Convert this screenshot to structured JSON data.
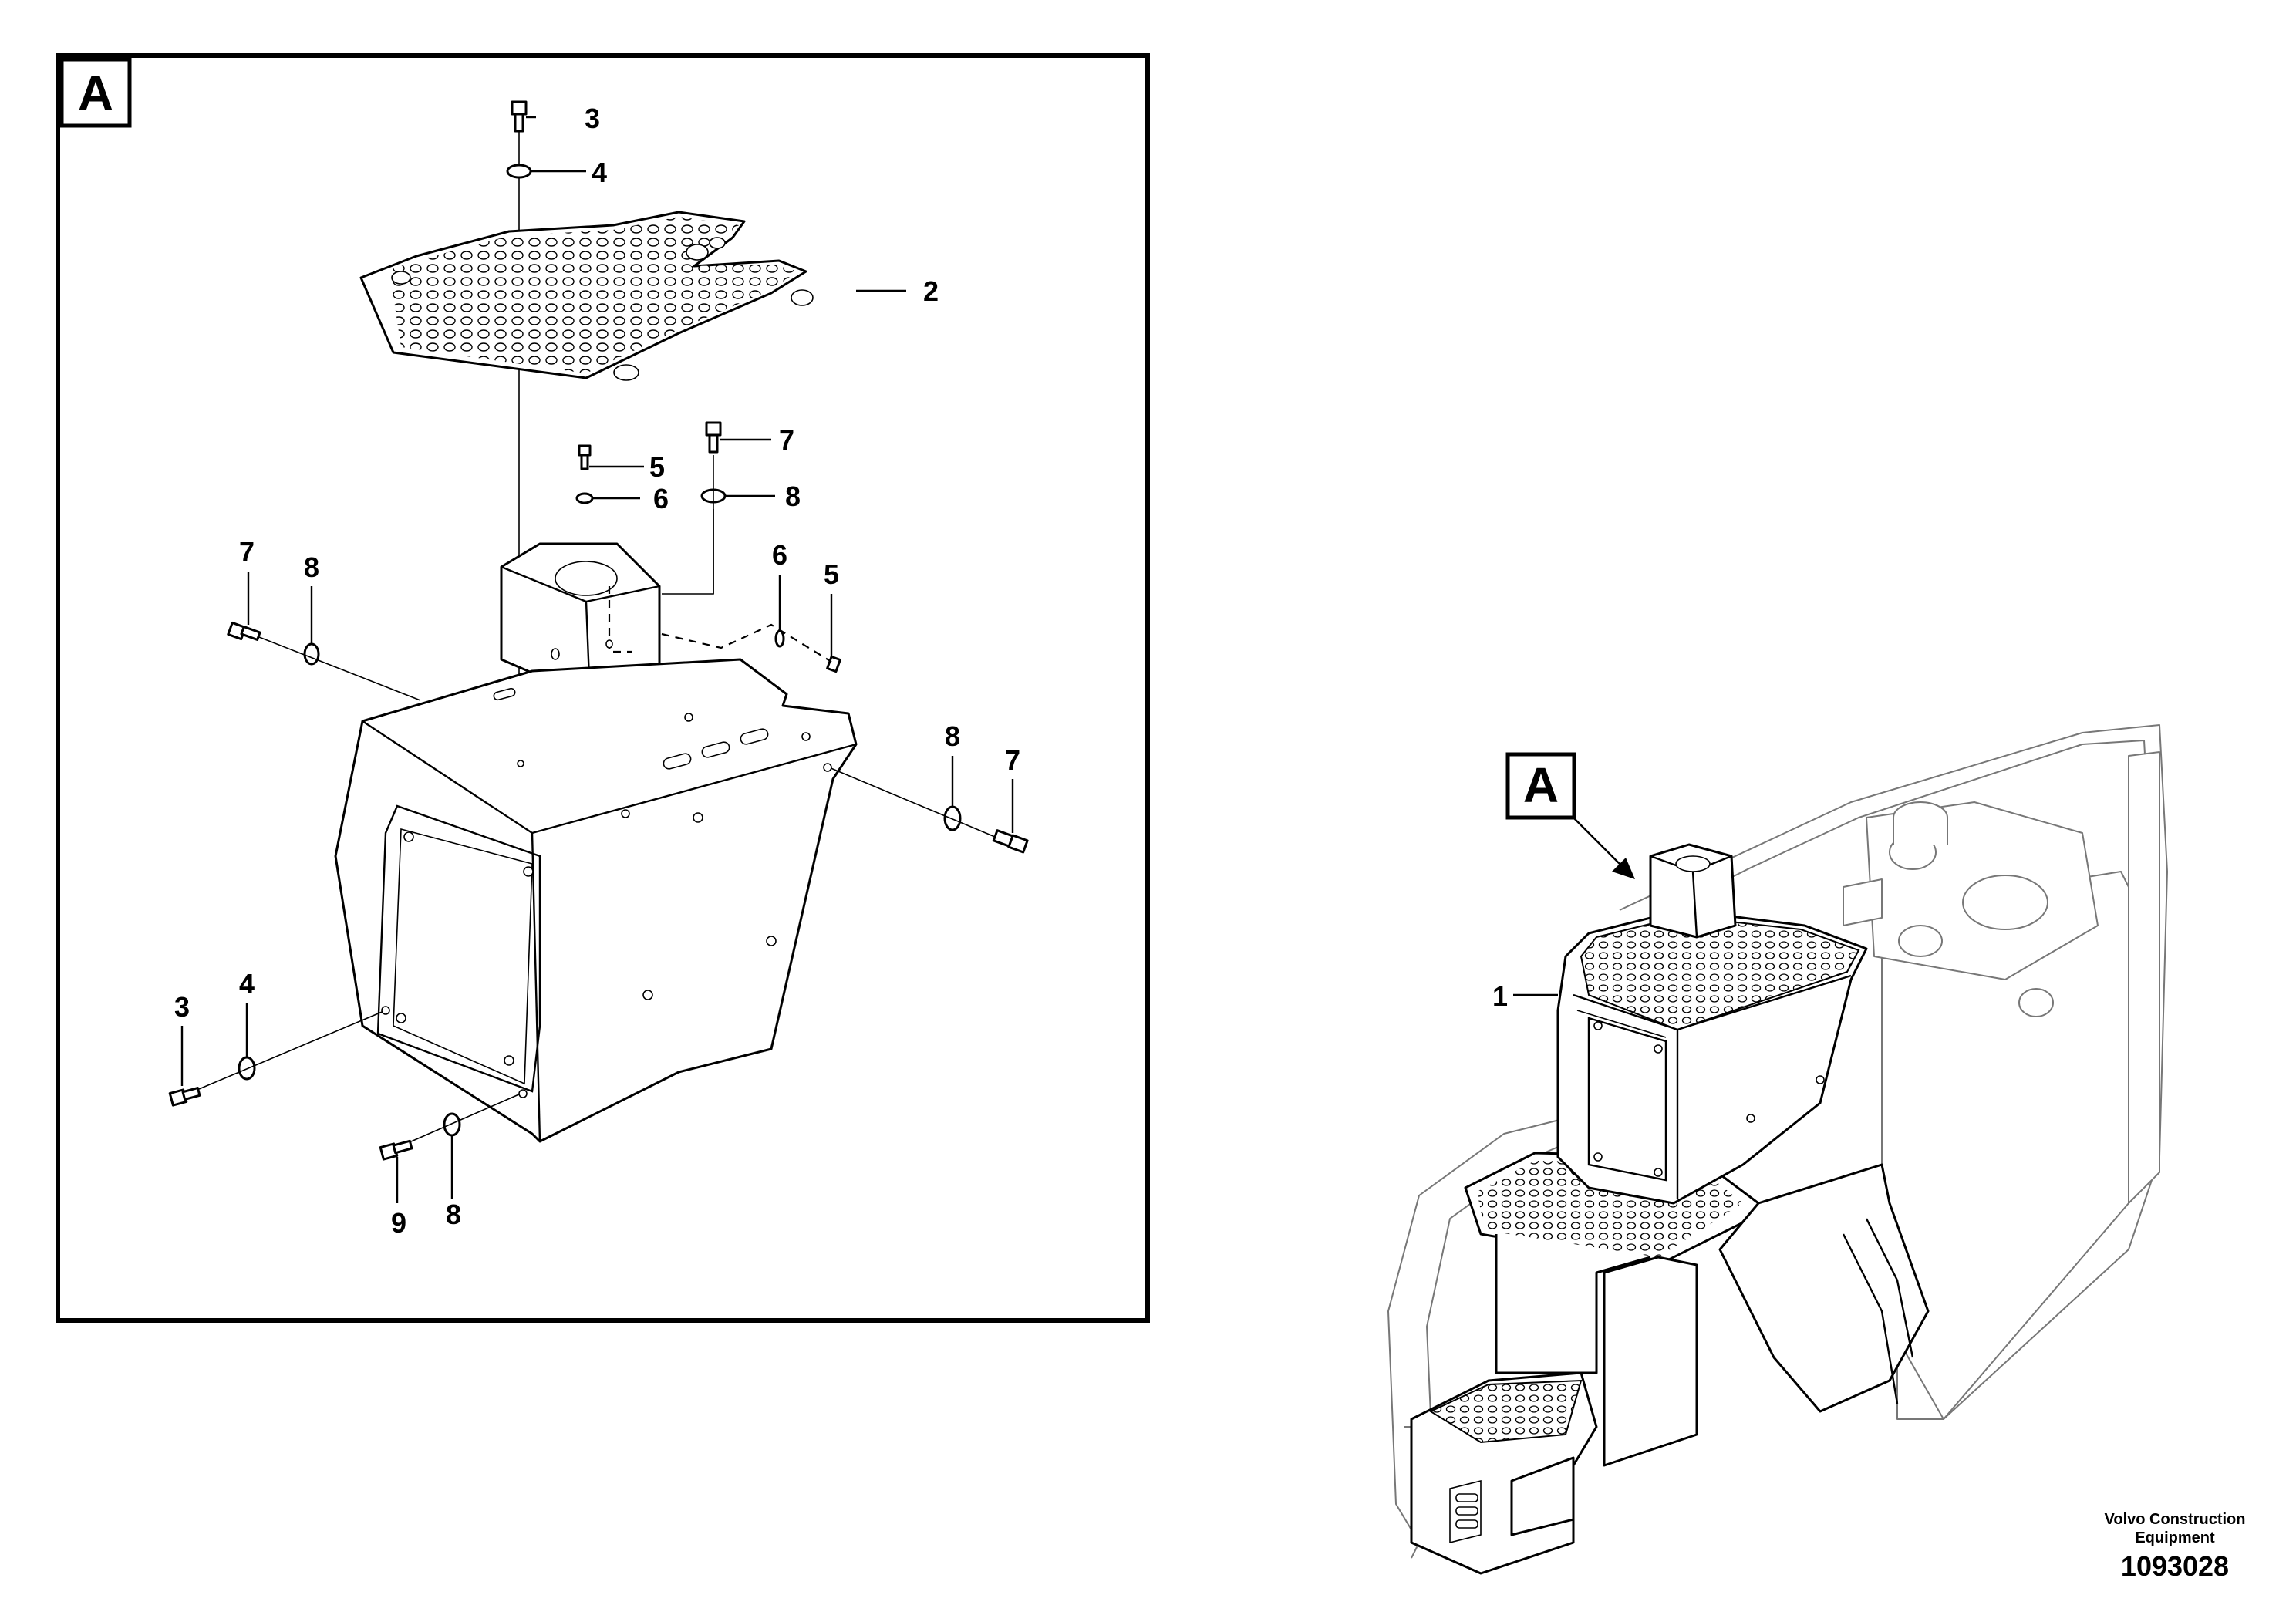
{
  "detail_view": {
    "label": "A",
    "callouts": [
      {
        "n": "3"
      },
      {
        "n": "4"
      },
      {
        "n": "2"
      },
      {
        "n": "7"
      },
      {
        "n": "5"
      },
      {
        "n": "6"
      },
      {
        "n": "8"
      },
      {
        "n": "7"
      },
      {
        "n": "8"
      },
      {
        "n": "6"
      },
      {
        "n": "5"
      },
      {
        "n": "8"
      },
      {
        "n": "7"
      },
      {
        "n": "4"
      },
      {
        "n": "3"
      },
      {
        "n": "9"
      },
      {
        "n": "8"
      }
    ]
  },
  "overview": {
    "view_pointer": "A",
    "callouts": [
      {
        "n": "1"
      }
    ]
  },
  "footer": {
    "company_line1": "Volvo Construction",
    "company_line2": "Equipment",
    "drawing_number": "1093028"
  }
}
